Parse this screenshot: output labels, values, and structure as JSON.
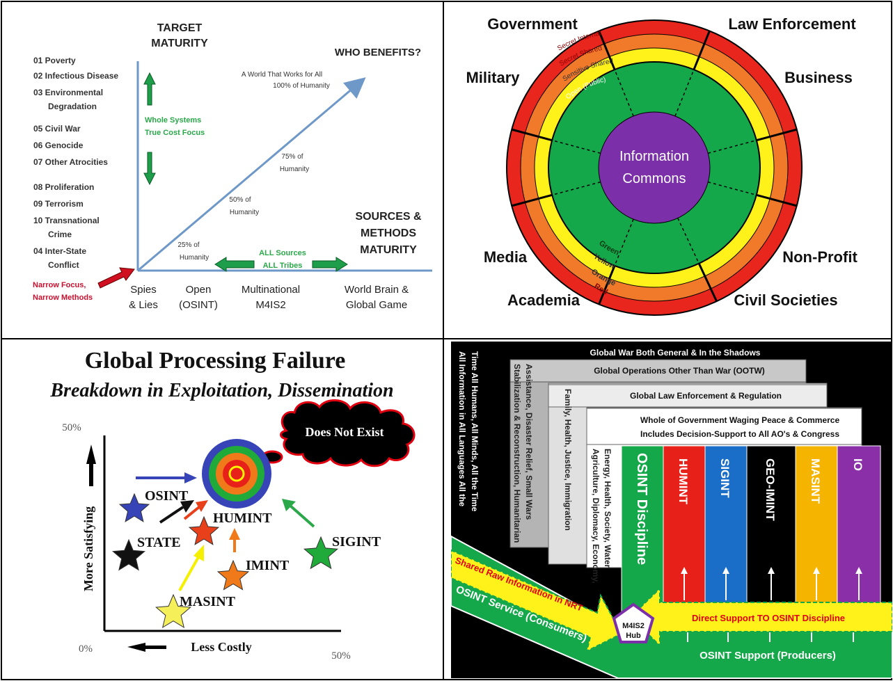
{
  "q1": {
    "target_maturity": [
      "TARGET",
      "MATURITY"
    ],
    "who_benefits": "WHO BENEFITS?",
    "sources_methods": [
      "SOURCES &",
      "METHODS",
      "MATURITY"
    ],
    "threats": [
      [
        "01 Poverty"
      ],
      [
        "02 Infectious Disease"
      ],
      [
        "03 Environmental",
        "Degradation"
      ],
      [
        "05 Civil War"
      ],
      [
        "06 Genocide"
      ],
      [
        "07 Other Atrocities"
      ],
      [
        "08 Proliferation"
      ],
      [
        "09 Terrorism"
      ],
      [
        "10 Transnational",
        "Crime"
      ],
      [
        "04 Inter-State",
        "Conflict"
      ]
    ],
    "narrow": [
      "Narrow Focus,",
      "Narrow Methods"
    ],
    "whole_systems": [
      "Whole Systems",
      "True Cost Focus"
    ],
    "all_sources": [
      "ALL Sources",
      "ALL Tribes"
    ],
    "humanity_labels": [
      [
        "A World That Works for All",
        "100% of Humanity"
      ],
      [
        "75% of",
        "Humanity"
      ],
      [
        "50% of",
        "Humanity"
      ],
      [
        "25% of",
        "Humanity"
      ]
    ],
    "x_labels": [
      [
        "Spies",
        "& Lies"
      ],
      [
        "Open",
        "(OSINT)"
      ],
      [
        "Multinational",
        "M4IS2"
      ],
      [
        "World Brain &",
        "Global Game"
      ]
    ]
  },
  "q2": {
    "center": [
      "Information",
      "Commons"
    ],
    "sectors": [
      "Government",
      "Law Enforcement",
      "Military",
      "Business",
      "Media",
      "Non-Profit",
      "Academia",
      "Civil Societies"
    ],
    "top_rings": [
      "Secret Internal",
      "Secret Shared",
      "Sensitive Shared",
      "Open (Public)"
    ],
    "bottom_rings": [
      "Green",
      "Yellow",
      "Orange",
      "Red"
    ]
  },
  "q3": {
    "title": "Global Processing Failure",
    "subtitle": "Breakdown in Exploitation, Dissemination",
    "cloud": "Does Not Exist",
    "y_axis": "More Satisfying",
    "x_axis": "Less Costly",
    "y_top": "50%",
    "origin": "0%",
    "x_right": "50%",
    "disciplines": [
      "OSINT",
      "HUMINT",
      "STATE",
      "SIGINT",
      "IMINT",
      "MASINT"
    ]
  },
  "q4": {
    "layers": [
      "Global War Both General & In the Shadows",
      "Global Operations Other Than War (OOTW)",
      "Global Law Enforcement & Regulation",
      "Whole of Government Waging Peace & Commerce"
    ],
    "layer4_sub": "Includes Decision-Support to All AO's & Congress",
    "vertical_black": [
      "All Information in All Languages All the",
      "Time All Humans, All Minds, All the Time"
    ],
    "vertical_stab": [
      "Stabilization & Reconstruction, Humanitarian",
      "Assistance, Disaster Relief, Small Wars"
    ],
    "vertical_family": "Family, Health, Justice, Immigration",
    "vertical_agri": [
      "Agriculture, Diplomacy, Economy,",
      "Energy, Health, Society, Water"
    ],
    "columns": [
      "OSINT Discipline",
      "HUMINT",
      "SIGINT",
      "GEO-IMINT",
      "MASINT",
      "IO"
    ],
    "shared_raw": "Shared Raw Information in NRT",
    "direct_support": "Direct Support TO OSINT Discipline",
    "service": "OSINT Service (Consumers)",
    "support": "OSINT Support (Producers)",
    "hub": [
      "M4IS2",
      "Hub"
    ]
  }
}
